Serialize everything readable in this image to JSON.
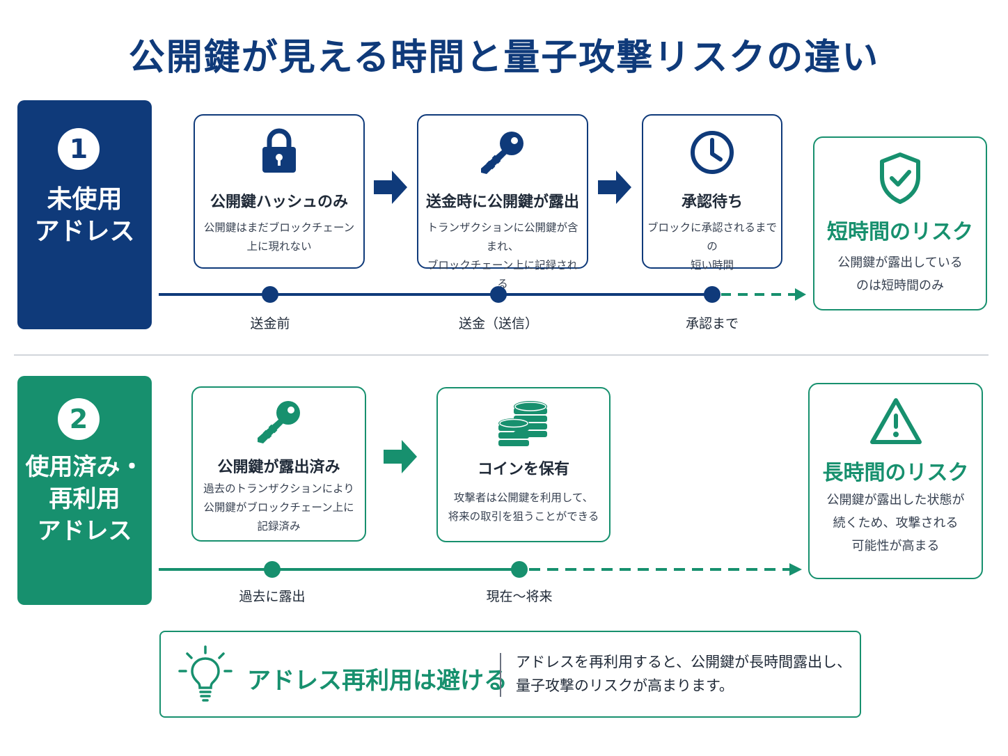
{
  "title": "公開鍵が見える時間と量子攻撃リスクの違い",
  "colors": {
    "navy": "#0f3a7a",
    "green": "#17906e",
    "gray_line": "#d1d5db"
  },
  "section1": {
    "number": "1",
    "label": "未使用\nアドレス",
    "cards": [
      {
        "icon": "lock-icon",
        "title": "公開鍵ハッシュのみ",
        "desc": "公開鍵はまだブロックチェーン\n上に現れない"
      },
      {
        "icon": "key-icon",
        "title": "送金時に公開鍵が露出",
        "desc": "トランザクションに公開鍵が含まれ、\nブロックチェーン上に記録される"
      },
      {
        "icon": "clock-icon",
        "title": "承認待ち",
        "desc": "ブロックに承認されるまでの\n短い時間"
      }
    ],
    "risk": {
      "icon": "shield-check-icon",
      "title": "短時間のリスク",
      "desc": "公開鍵が露出している\nのは短時間のみ"
    },
    "timeline": [
      "送金前",
      "送金（送信）",
      "承認まで"
    ]
  },
  "section2": {
    "number": "2",
    "label": "使用済み・\n再利用\nアドレス",
    "cards": [
      {
        "icon": "key-icon",
        "title": "公開鍵が露出済み",
        "desc": "過去のトランザクションにより\n公開鍵がブロックチェーン上に\n記録済み"
      },
      {
        "icon": "coins-icon",
        "title": "コインを保有",
        "desc": "攻撃者は公開鍵を利用して、\n将来の取引を狙うことができる"
      }
    ],
    "risk": {
      "icon": "warning-icon",
      "title": "長時間のリスク",
      "desc": "公開鍵が露出した状態が\n続くため、攻撃される\n可能性が高まる"
    },
    "timeline": [
      "過去に露出",
      "現在〜将来"
    ]
  },
  "tip": {
    "icon": "lightbulb-icon",
    "title": "アドレス再利用は避ける",
    "text": "アドレスを再利用すると、公開鍵が長時間露出し、\n量子攻撃のリスクが高まります。"
  }
}
